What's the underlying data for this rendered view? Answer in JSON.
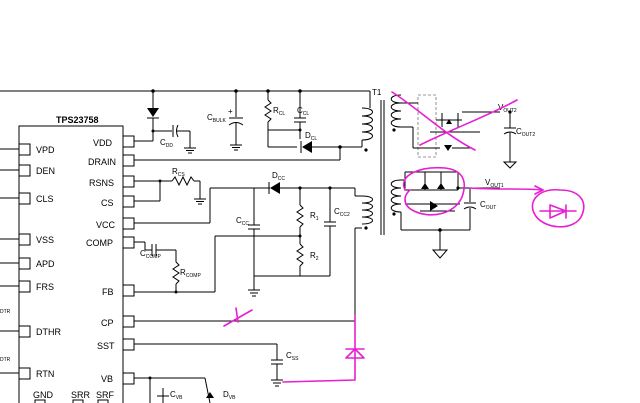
{
  "ic": {
    "name": "TPS23758",
    "left_pins": [
      "VPD",
      "DEN",
      "CLS",
      "VSS",
      "APD",
      "FRS",
      "DTHR",
      "RTN",
      "GND",
      "SRR",
      "SRF"
    ],
    "right_pins": [
      "VDD",
      "DRAIN",
      "RSNS",
      "CS",
      "VCC",
      "COMP",
      "FB",
      "CP",
      "SST",
      "VB"
    ],
    "clipped_pin_text": [
      "DTR",
      "DTR"
    ]
  },
  "transformer": {
    "label": "T1"
  },
  "components": {
    "cdd": {
      "main": "C",
      "sub": "DD"
    },
    "cbulk": {
      "main": "C",
      "sub": "BULK",
      "polarity": "+"
    },
    "rcl": {
      "main": "R",
      "sub": "CL"
    },
    "ccl": {
      "main": "C",
      "sub": "CL"
    },
    "dcl": {
      "main": "D",
      "sub": "CL"
    },
    "rcs": {
      "main": "R",
      "sub": "CS"
    },
    "dcc": {
      "main": "D",
      "sub": "CC"
    },
    "r1": {
      "main": "R",
      "sub": "1"
    },
    "r2": {
      "main": "R",
      "sub": "2"
    },
    "ccc": {
      "main": "C",
      "sub": "CC"
    },
    "ccc2": {
      "main": "C",
      "sub": "CC2"
    },
    "ccomp": {
      "main": "C",
      "sub": "COMP"
    },
    "rcomp": {
      "main": "R",
      "sub": "COMP"
    },
    "css": {
      "main": "C",
      "sub": "SS"
    },
    "cvb": {
      "main": "C",
      "sub": "VB"
    },
    "dvb": {
      "main": "D",
      "sub": "VB"
    },
    "cout": {
      "main": "C",
      "sub": "OUT"
    },
    "cout2": {
      "main": "C",
      "sub": "OUT2"
    }
  },
  "outputs": {
    "vout1": {
      "main": "V",
      "sub": "OUT1"
    },
    "vout2": {
      "main": "V",
      "sub": "OUT2"
    }
  },
  "annotation_color": "#e81ed2"
}
